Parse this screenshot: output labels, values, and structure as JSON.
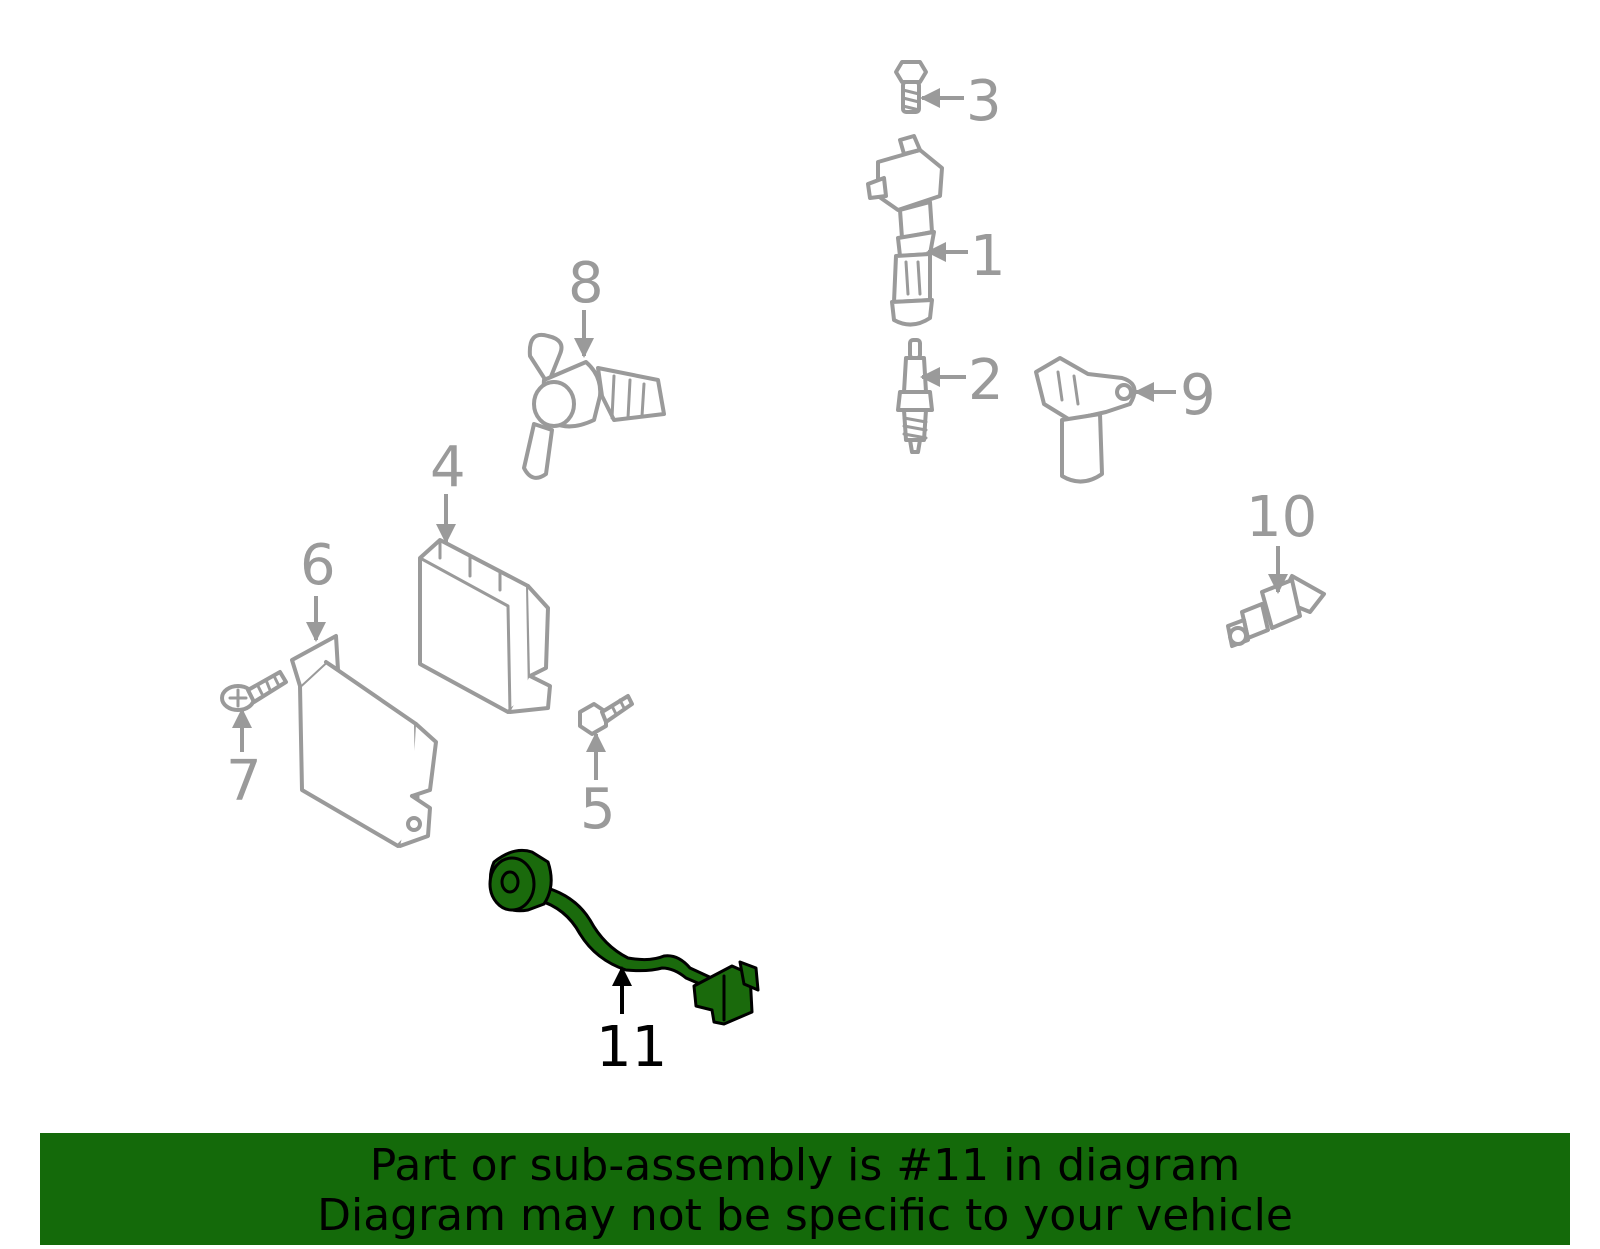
{
  "colors": {
    "part": "#9a9a9a",
    "highlight": "#1a6a0c",
    "banner": "#146a0a",
    "text": "#000000"
  },
  "highlighted_part": "11",
  "callouts": {
    "c1": "1",
    "c2": "2",
    "c3": "3",
    "c4": "4",
    "c5": "5",
    "c6": "6",
    "c7": "7",
    "c8": "8",
    "c9": "9",
    "c10": "10",
    "c11": "11"
  },
  "banner": {
    "line1": "Part or sub-assembly is #11 in diagram",
    "line2": "Diagram may not be specific to your vehicle"
  }
}
